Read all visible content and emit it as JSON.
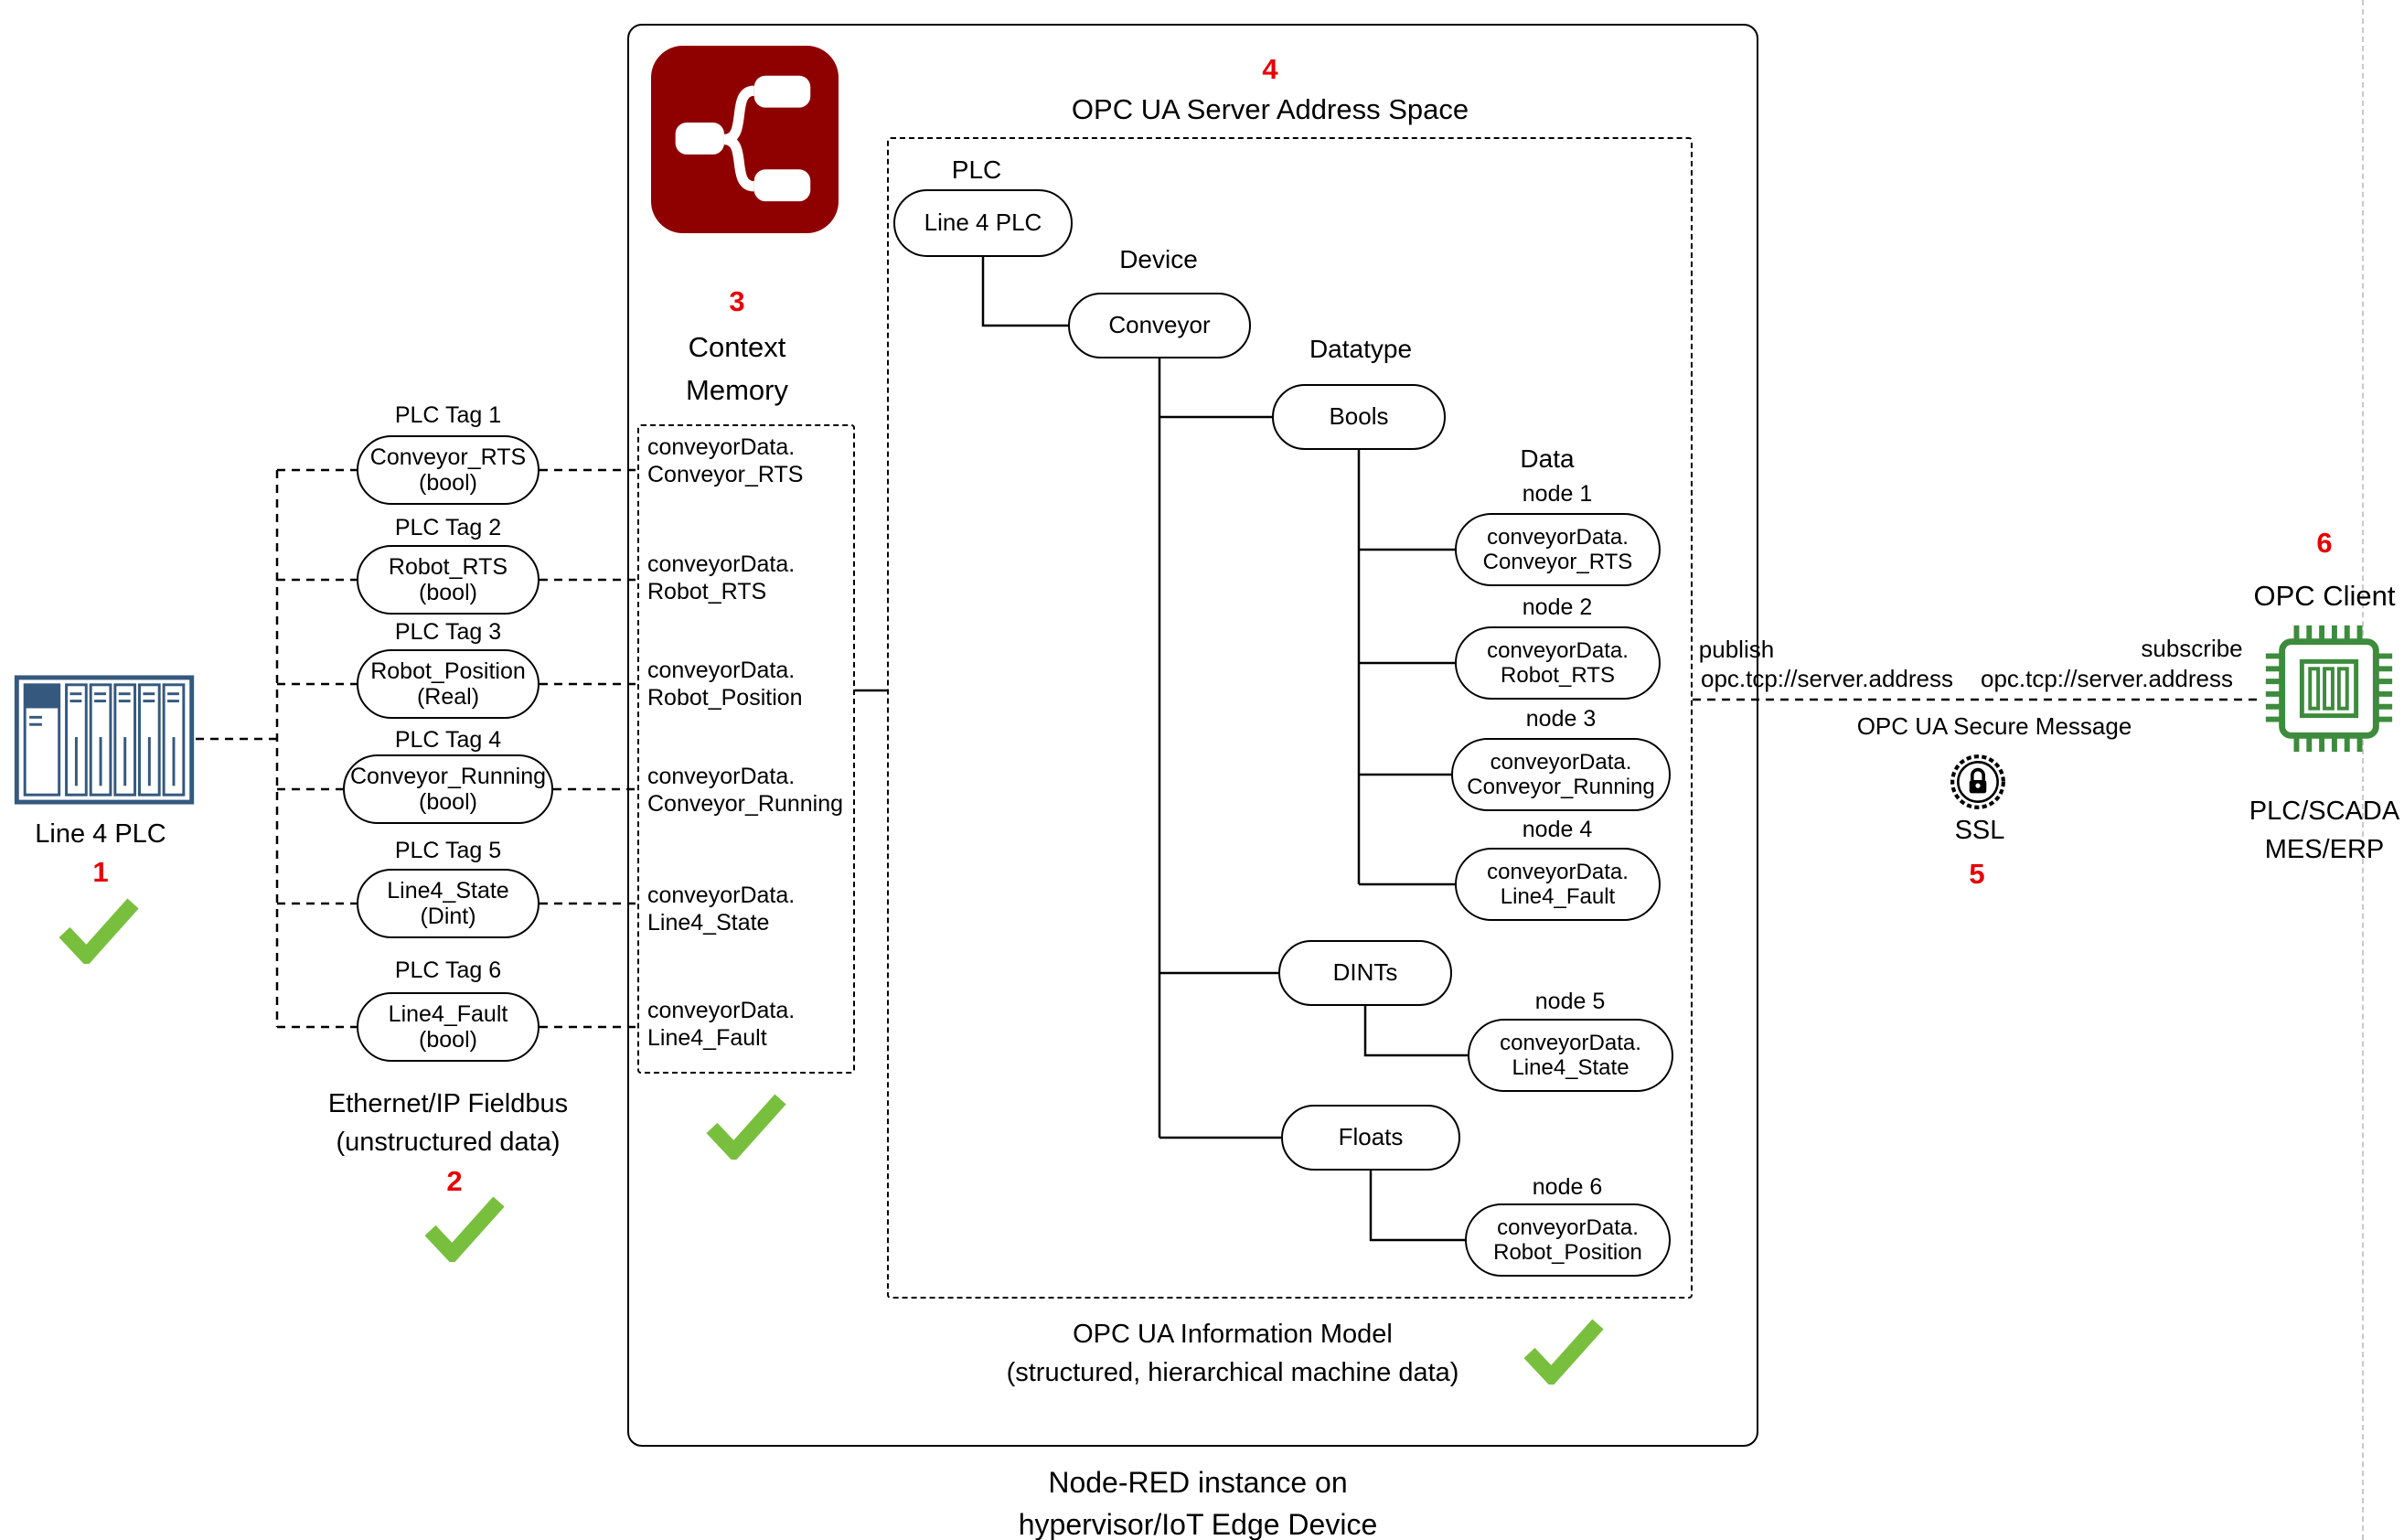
{
  "colors": {
    "accent_red": "#e60000",
    "check_green": "#79bf3e",
    "nodered_maroon": "#8f0000",
    "plc_blue": "#35597e",
    "chip_green": "#3d8b3d"
  },
  "plc_device": {
    "number": "1",
    "label": "Line 4 PLC"
  },
  "fieldbus": {
    "number": "2",
    "line1": "Ethernet/IP Fieldbus",
    "line2": "(unstructured data)"
  },
  "plc_tags": [
    {
      "title": "PLC Tag 1",
      "name": "Conveyor_RTS",
      "datatype": "(bool)"
    },
    {
      "title": "PLC Tag 2",
      "name": "Robot_RTS",
      "datatype": "(bool)"
    },
    {
      "title": "PLC Tag 3",
      "name": "Robot_Position",
      "datatype": "(Real)"
    },
    {
      "title": "PLC Tag 4",
      "name": "Conveyor_Running",
      "datatype": "(bool)"
    },
    {
      "title": "PLC Tag 5",
      "name": "Line4_State",
      "datatype": "(Dint)"
    },
    {
      "title": "PLC Tag 6",
      "name": "Line4_Fault",
      "datatype": "(bool)"
    }
  ],
  "context_memory": {
    "number": "3",
    "title_line1": "Context",
    "title_line2": "Memory",
    "entries": [
      {
        "line1": "conveyorData.",
        "line2": "Conveyor_RTS"
      },
      {
        "line1": "conveyorData.",
        "line2": "Robot_RTS"
      },
      {
        "line1": "conveyorData.",
        "line2": "Robot_Position"
      },
      {
        "line1": "conveyorData.",
        "line2": "Conveyor_Running"
      },
      {
        "line1": "conveyorData.",
        "line2": "Line4_State"
      },
      {
        "line1": "conveyorData.",
        "line2": "Line4_Fault"
      }
    ]
  },
  "nodered": {
    "caption_line1": "Node-RED instance on",
    "caption_line2": "hypervisor/IoT Edge Device"
  },
  "address_space": {
    "number": "4",
    "title": "OPC UA Server Address Space",
    "level_labels": {
      "plc": "PLC",
      "device": "Device",
      "datatype": "Datatype",
      "data": "Data"
    },
    "plc_node": "Line 4 PLC",
    "device_node": "Conveyor",
    "datatype_nodes": {
      "bools": "Bools",
      "dints": "DINTs",
      "floats": "Floats"
    },
    "data_nodes": [
      {
        "label": "node 1",
        "line1": "conveyorData.",
        "line2": "Conveyor_RTS"
      },
      {
        "label": "node 2",
        "line1": "conveyorData.",
        "line2": "Robot_RTS"
      },
      {
        "label": "node 3",
        "line1": "conveyorData.",
        "line2": "Conveyor_Running"
      },
      {
        "label": "node 4",
        "line1": "conveyorData.",
        "line2": "Line4_Fault"
      },
      {
        "label": "node 5",
        "line1": "conveyorData.",
        "line2": "Line4_State"
      },
      {
        "label": "node 6",
        "line1": "conveyorData.",
        "line2": "Robot_Position"
      }
    ],
    "footer_line1": "OPC UA Information Model",
    "footer_line2": "(structured, hierarchical machine data)"
  },
  "connection": {
    "number": "5",
    "publish_label": "publish",
    "publish_address": "opc.tcp://server.address",
    "subscribe_label": "subscribe",
    "subscribe_address": "opc.tcp://server.address",
    "secure_message_label": "OPC UA Secure Message",
    "ssl_label": "SSL"
  },
  "opc_client": {
    "number": "6",
    "title": "OPC Client",
    "caption_line1": "PLC/SCADA",
    "caption_line2": "MES/ERP"
  }
}
